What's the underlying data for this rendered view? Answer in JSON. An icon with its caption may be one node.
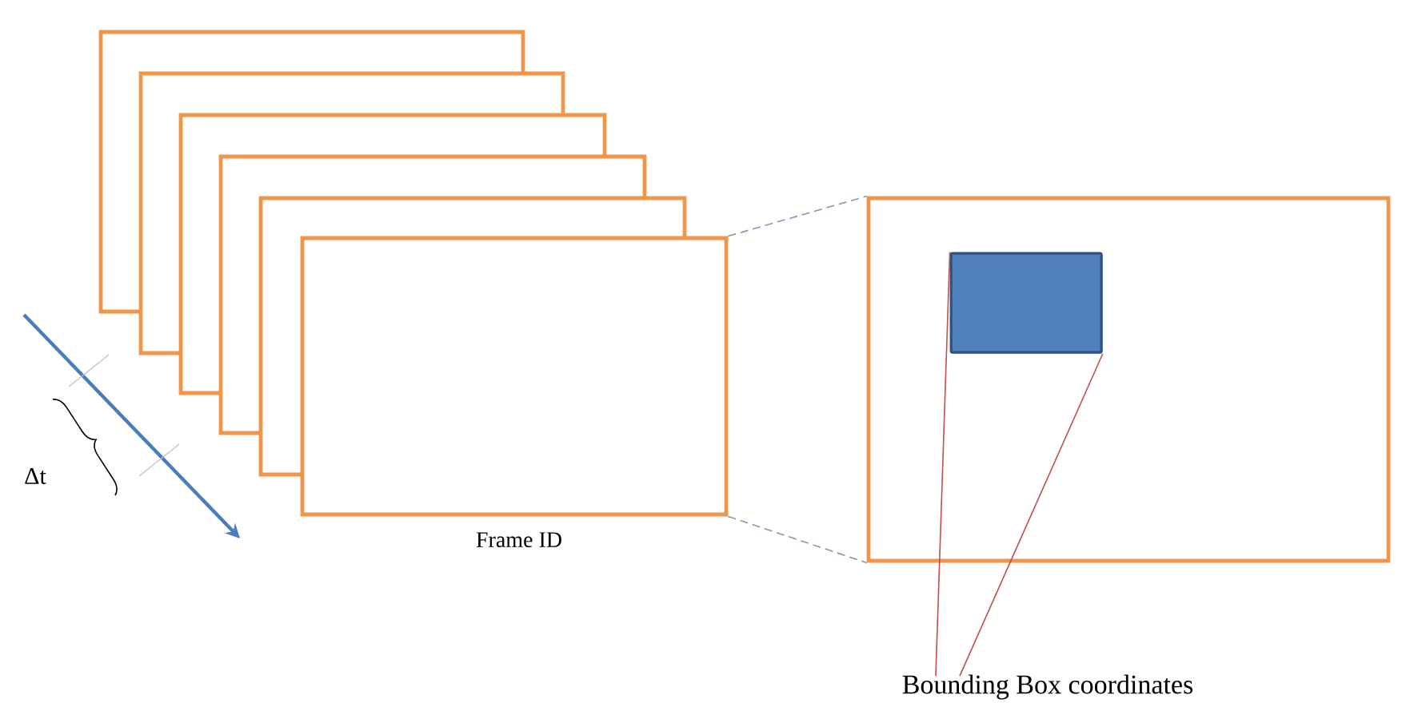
{
  "diagram": {
    "nodes": [
      {
        "text": [],
        "shape": "box"
      },
      {
        "text": [],
        "shape": "box"
      },
      {
        "text": [],
        "shape": "box"
      },
      {
        "text": [],
        "shape": "box"
      },
      {
        "text": [],
        "shape": "box"
      },
      {
        "text": [],
        "shape": "box",
        "beside": [
          "Frame ID"
        ]
      },
      {
        "text": [],
        "shape": "box"
      },
      {
        "text": [],
        "shape": "box",
        "in": 6
      },
      {
        "text": [
          "Bounding Box coordinates"
        ]
      }
    ],
    "edges": [
      {
        "from": 5,
        "to": 6,
        "arrow": "none",
        "style": "dashed",
        "color": "#8096b8"
      },
      {
        "from": 5,
        "to": 6,
        "arrow": "none",
        "style": "dashed",
        "color": "#8096b8"
      },
      {
        "from": 8,
        "to": 7,
        "arrow": "none",
        "color": "#c0504d"
      },
      {
        "from": 8,
        "to": 7,
        "arrow": "none",
        "color": "#c0504d"
      }
    ],
    "labels": [
      "Δt"
    ]
  }
}
